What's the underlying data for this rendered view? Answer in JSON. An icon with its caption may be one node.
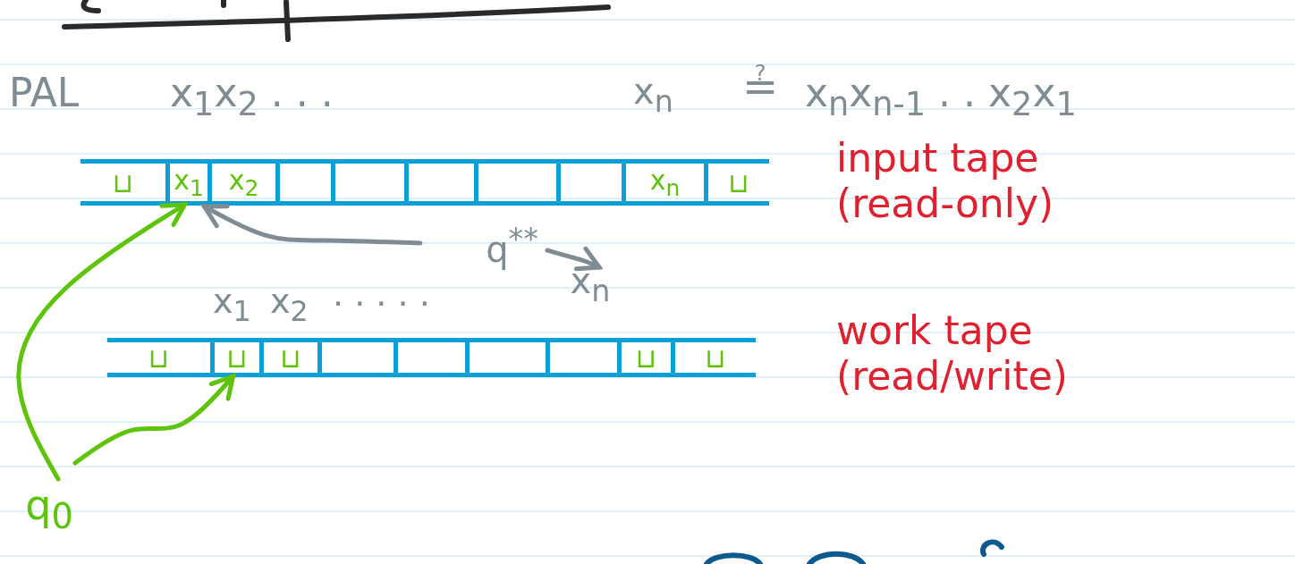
{
  "diagram": {
    "nodes": [
      {
        "text": [],
        "shape": "bar",
        "beside": [
          "input tape (read-only)"
        ]
      },
      {
        "text": [
          "⊔"
        ],
        "in": 0
      },
      {
        "text": [
          "x$_{1}$"
        ],
        "in": 0
      },
      {
        "text": [
          "x$_{2}$"
        ],
        "in": 0
      },
      {
        "text": [],
        "shape": "box",
        "in": 0
      },
      {
        "text": [],
        "shape": "box",
        "in": 0
      },
      {
        "text": [],
        "shape": "box",
        "in": 0
      },
      {
        "text": [],
        "shape": "box",
        "in": 0
      },
      {
        "text": [],
        "shape": "box",
        "in": 0
      },
      {
        "text": [
          "x$_{n}$"
        ],
        "in": 0
      },
      {
        "text": [
          "⊔"
        ],
        "in": 0
      },
      {
        "text": [],
        "shape": "bar",
        "beside": [
          "work tape (read/write)"
        ]
      },
      {
        "text": [
          "⊔"
        ],
        "in": 11
      },
      {
        "text": [
          "⊔"
        ],
        "in": 11
      },
      {
        "text": [
          "⊔"
        ],
        "in": 11
      },
      {
        "text": [],
        "shape": "box",
        "in": 11
      },
      {
        "text": [],
        "shape": "box",
        "in": 11
      },
      {
        "text": [],
        "shape": "box",
        "in": 11
      },
      {
        "text": [],
        "shape": "box",
        "in": 11
      },
      {
        "text": [
          "⊔"
        ],
        "in": 11
      },
      {
        "text": [
          "⊔"
        ],
        "in": 11
      },
      {
        "text": [
          "q$_{0}$"
        ]
      },
      {
        "text": [
          "q$^{**}$"
        ]
      },
      {
        "text": [
          "x$_{n}$"
        ]
      }
    ],
    "edges": [
      {
        "from": 21,
        "to": 2,
        "arrow": "to",
        "color": "#5ec40a"
      },
      {
        "from": 21,
        "to": 13,
        "arrow": "to",
        "color": "#5ec40a"
      },
      {
        "from": null,
        "to": 2,
        "arrow": "to",
        "color": "#7f8c93"
      },
      {
        "from": 22,
        "to": 23,
        "arrow": "to",
        "color": "#7f8c93"
      }
    ],
    "labels": [
      "PAL",
      "x$_{1}$x$_{2}$ . . .",
      "x$_{n}$",
      "≟",
      "x$_{n}$x$_{n-1}$ . . x$_{2}$x$_{1}$",
      "x$_{1}$",
      "x$_{2}$",
      ". . . . ."
    ]
  }
}
